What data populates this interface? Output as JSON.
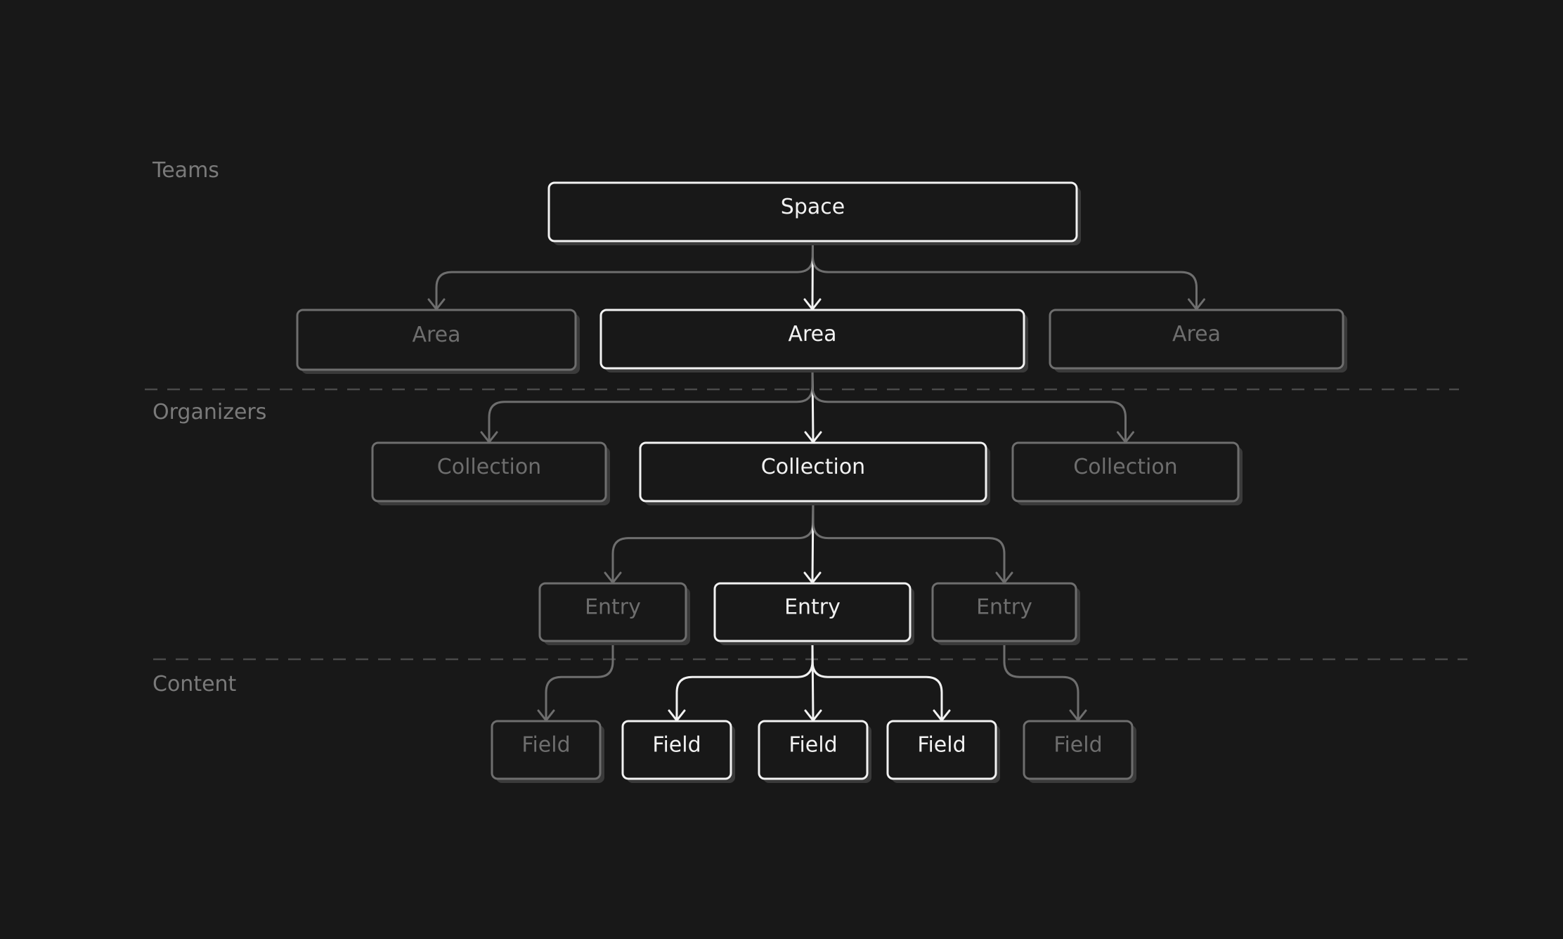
{
  "colors": {
    "background": "#181818",
    "active": "#f2f2f2",
    "inactive": "#6e6e6e",
    "section_label": "#7a7a7a",
    "divider": "#4a4a4a"
  },
  "sections": [
    {
      "id": "teams",
      "label": "Teams"
    },
    {
      "id": "organizers",
      "label": "Organizers"
    },
    {
      "id": "content",
      "label": "Content"
    }
  ],
  "nodes": [
    {
      "id": "space",
      "label": "Space",
      "active": true
    },
    {
      "id": "area-left",
      "label": "Area",
      "active": false
    },
    {
      "id": "area-center",
      "label": "Area",
      "active": true
    },
    {
      "id": "area-right",
      "label": "Area",
      "active": false
    },
    {
      "id": "collection-left",
      "label": "Collection",
      "active": false
    },
    {
      "id": "collection-center",
      "label": "Collection",
      "active": true
    },
    {
      "id": "collection-right",
      "label": "Collection",
      "active": false
    },
    {
      "id": "entry-left",
      "label": "Entry",
      "active": false
    },
    {
      "id": "entry-center",
      "label": "Entry",
      "active": true
    },
    {
      "id": "entry-right",
      "label": "Entry",
      "active": false
    },
    {
      "id": "field-1",
      "label": "Field",
      "active": false
    },
    {
      "id": "field-2",
      "label": "Field",
      "active": true
    },
    {
      "id": "field-3",
      "label": "Field",
      "active": true
    },
    {
      "id": "field-4",
      "label": "Field",
      "active": true
    },
    {
      "id": "field-5",
      "label": "Field",
      "active": false
    }
  ],
  "edges": [
    {
      "from": "space",
      "to": "area-left"
    },
    {
      "from": "space",
      "to": "area-center"
    },
    {
      "from": "space",
      "to": "area-right"
    },
    {
      "from": "area-center",
      "to": "collection-left"
    },
    {
      "from": "area-center",
      "to": "collection-center"
    },
    {
      "from": "area-center",
      "to": "collection-right"
    },
    {
      "from": "collection-center",
      "to": "entry-left"
    },
    {
      "from": "collection-center",
      "to": "entry-center"
    },
    {
      "from": "collection-center",
      "to": "entry-right"
    },
    {
      "from": "entry-left",
      "to": "field-1"
    },
    {
      "from": "entry-center",
      "to": "field-2"
    },
    {
      "from": "entry-center",
      "to": "field-3"
    },
    {
      "from": "entry-center",
      "to": "field-4"
    },
    {
      "from": "entry-right",
      "to": "field-5"
    }
  ]
}
